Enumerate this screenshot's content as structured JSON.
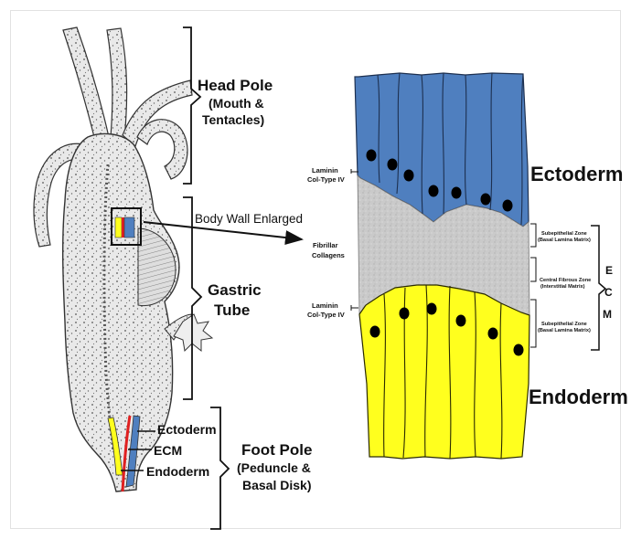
{
  "head_pole": {
    "title": "Head Pole",
    "subtitle_line1": "(Mouth &",
    "subtitle_line2": "Tentacles)"
  },
  "gastric_tube": {
    "line1": "Gastric",
    "line2": "Tube"
  },
  "foot_pole": {
    "title": "Foot Pole",
    "subtitle_line1": "(Peduncle &",
    "subtitle_line2": "Basal Disk)"
  },
  "callout": {
    "label": "Body Wall Enlarged"
  },
  "foot_layers": {
    "ectoderm": "Ectoderm",
    "ecm": "ECM",
    "endoderm": "Endoderm"
  },
  "enlarged": {
    "ectoderm": "Ectoderm",
    "endoderm": "Endoderm",
    "left_labels": {
      "upper_line1": "Laminin",
      "upper_line2": "Col-Type IV",
      "fibrillar_line1": "Fibrillar",
      "fibrillar_line2": "Collagens",
      "lower_line1": "Laminin",
      "lower_line2": "Col-Type IV"
    },
    "right_labels": {
      "top_line1": "Subepithelial Zone",
      "top_line2": "(Basal Lamina Matrix)",
      "mid_line1": "Central Fibrous Zone",
      "mid_line2": "(Interstitial Matrix)",
      "bot_line1": "Subepithelial Zone",
      "bot_line2": "(Basal Lamina Matrix)"
    },
    "ecm_vertical": [
      "E",
      "C",
      "M"
    ]
  },
  "colors": {
    "ectoderm": "#4f7fbf",
    "ecm": "#c9c9c9",
    "endoderm": "#ffff1e",
    "foot_ecm_line": "#e02020",
    "outline": "#111111"
  }
}
